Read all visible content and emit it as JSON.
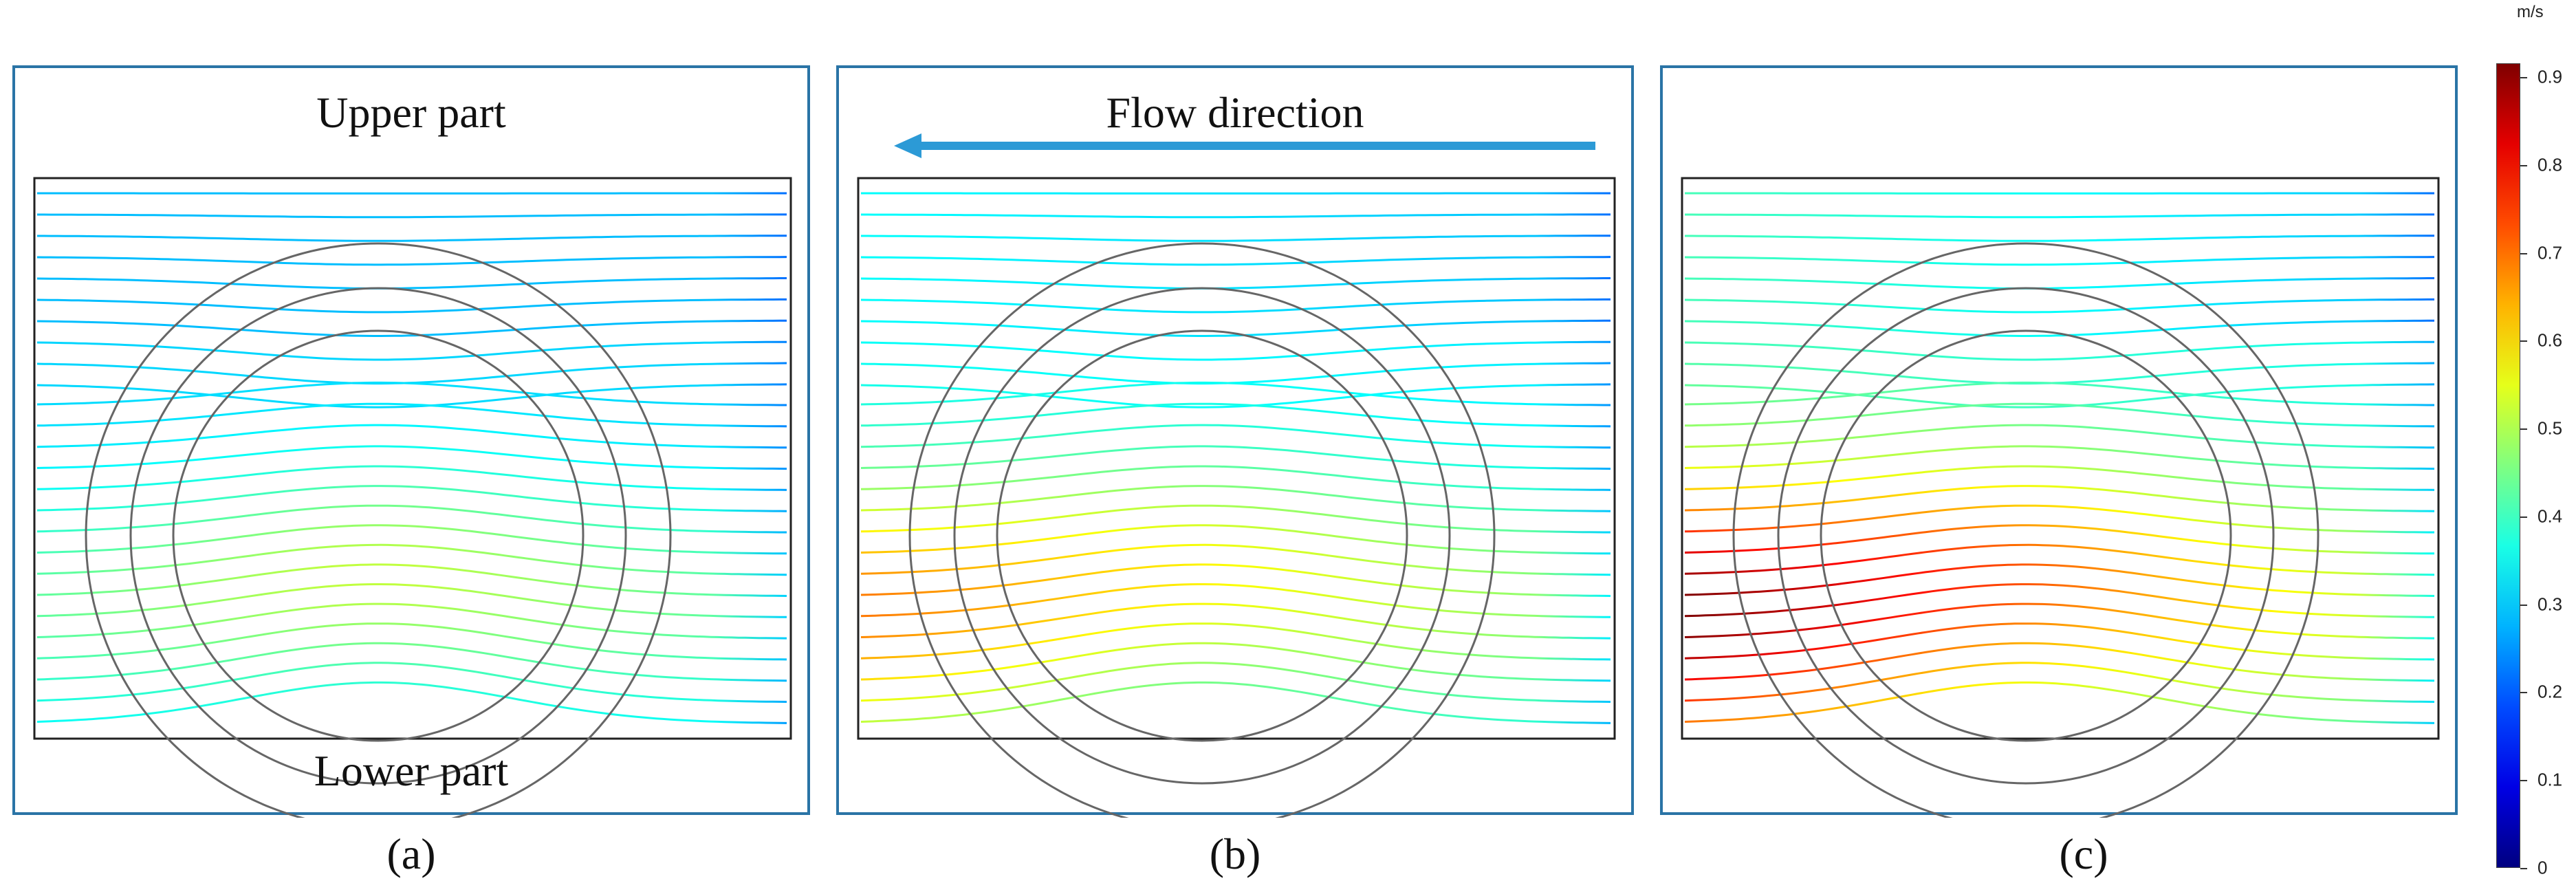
{
  "panels": [
    {
      "label": "(a)",
      "top_text": "Upper part",
      "bottom_text": "Lower part",
      "shows_arrow": false
    },
    {
      "label": "(b)",
      "top_text": "Flow direction",
      "bottom_text": "",
      "shows_arrow": true
    },
    {
      "label": "(c)",
      "top_text": "",
      "bottom_text": "",
      "shows_arrow": false
    }
  ],
  "colorbar": {
    "unit": "m/s",
    "ticks": [
      "0.9",
      "0.8",
      "0.7",
      "0.6",
      "0.5",
      "0.4",
      "0.3",
      "0.2",
      "0.1",
      "0"
    ],
    "min": 0,
    "max": 0.9
  },
  "colors": {
    "frame": "#2a74a6",
    "arrow": "#2c9ad6",
    "circles": "#666666"
  }
}
